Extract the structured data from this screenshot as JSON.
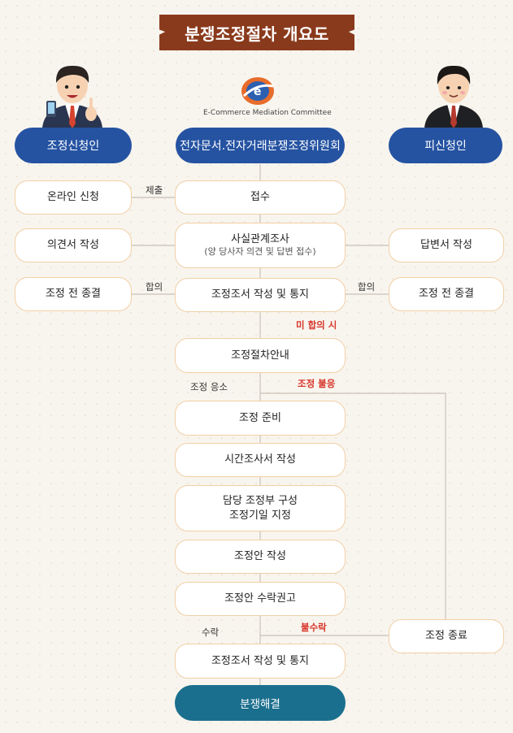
{
  "title": "분쟁조정절차 개요도",
  "logo": {
    "caption": "E-Commerce Mediation Committee"
  },
  "headers": {
    "applicant": "조정신청인",
    "committee": "전자문서.전자거래분쟁조정위원회",
    "respondent": "피신청인"
  },
  "left": {
    "online": "온라인 신청",
    "opinion": "의견서 작성",
    "pre_end": "조정 전 종결"
  },
  "right": {
    "answer": "답변서 작성",
    "pre_end": "조정 전 종결",
    "end": "조정 종료"
  },
  "center": {
    "receive": "접수",
    "fact": "사실관계조사",
    "fact_sub": "(양 당사자 의견 및 답변 접수)",
    "report1": "조정조서 작성 및 통지",
    "guide": "조정절차안내",
    "prep": "조정 준비",
    "time": "시간조사서 작성",
    "panel1": "담당 조정부 구성",
    "panel2": "조정기일 지정",
    "draft": "조정안 작성",
    "recommend": "조정안 수락권고",
    "report2": "조정조서 작성 및 통지",
    "resolve": "분쟁해결"
  },
  "labels": {
    "submit": "제출",
    "agree_left": "합의",
    "agree_right": "합의",
    "no_agree": "미 합의 시",
    "accept_med": "조정 응소",
    "refuse_med": "조정 불응",
    "accept": "수락",
    "refuse": "불수락"
  },
  "colors": {
    "title_bg": "#8a3a1c",
    "header_blue": "#2553a2",
    "resolve_teal": "#1b6f8e",
    "box_border": "#f2cfa6",
    "alert_red": "#d8362c"
  }
}
